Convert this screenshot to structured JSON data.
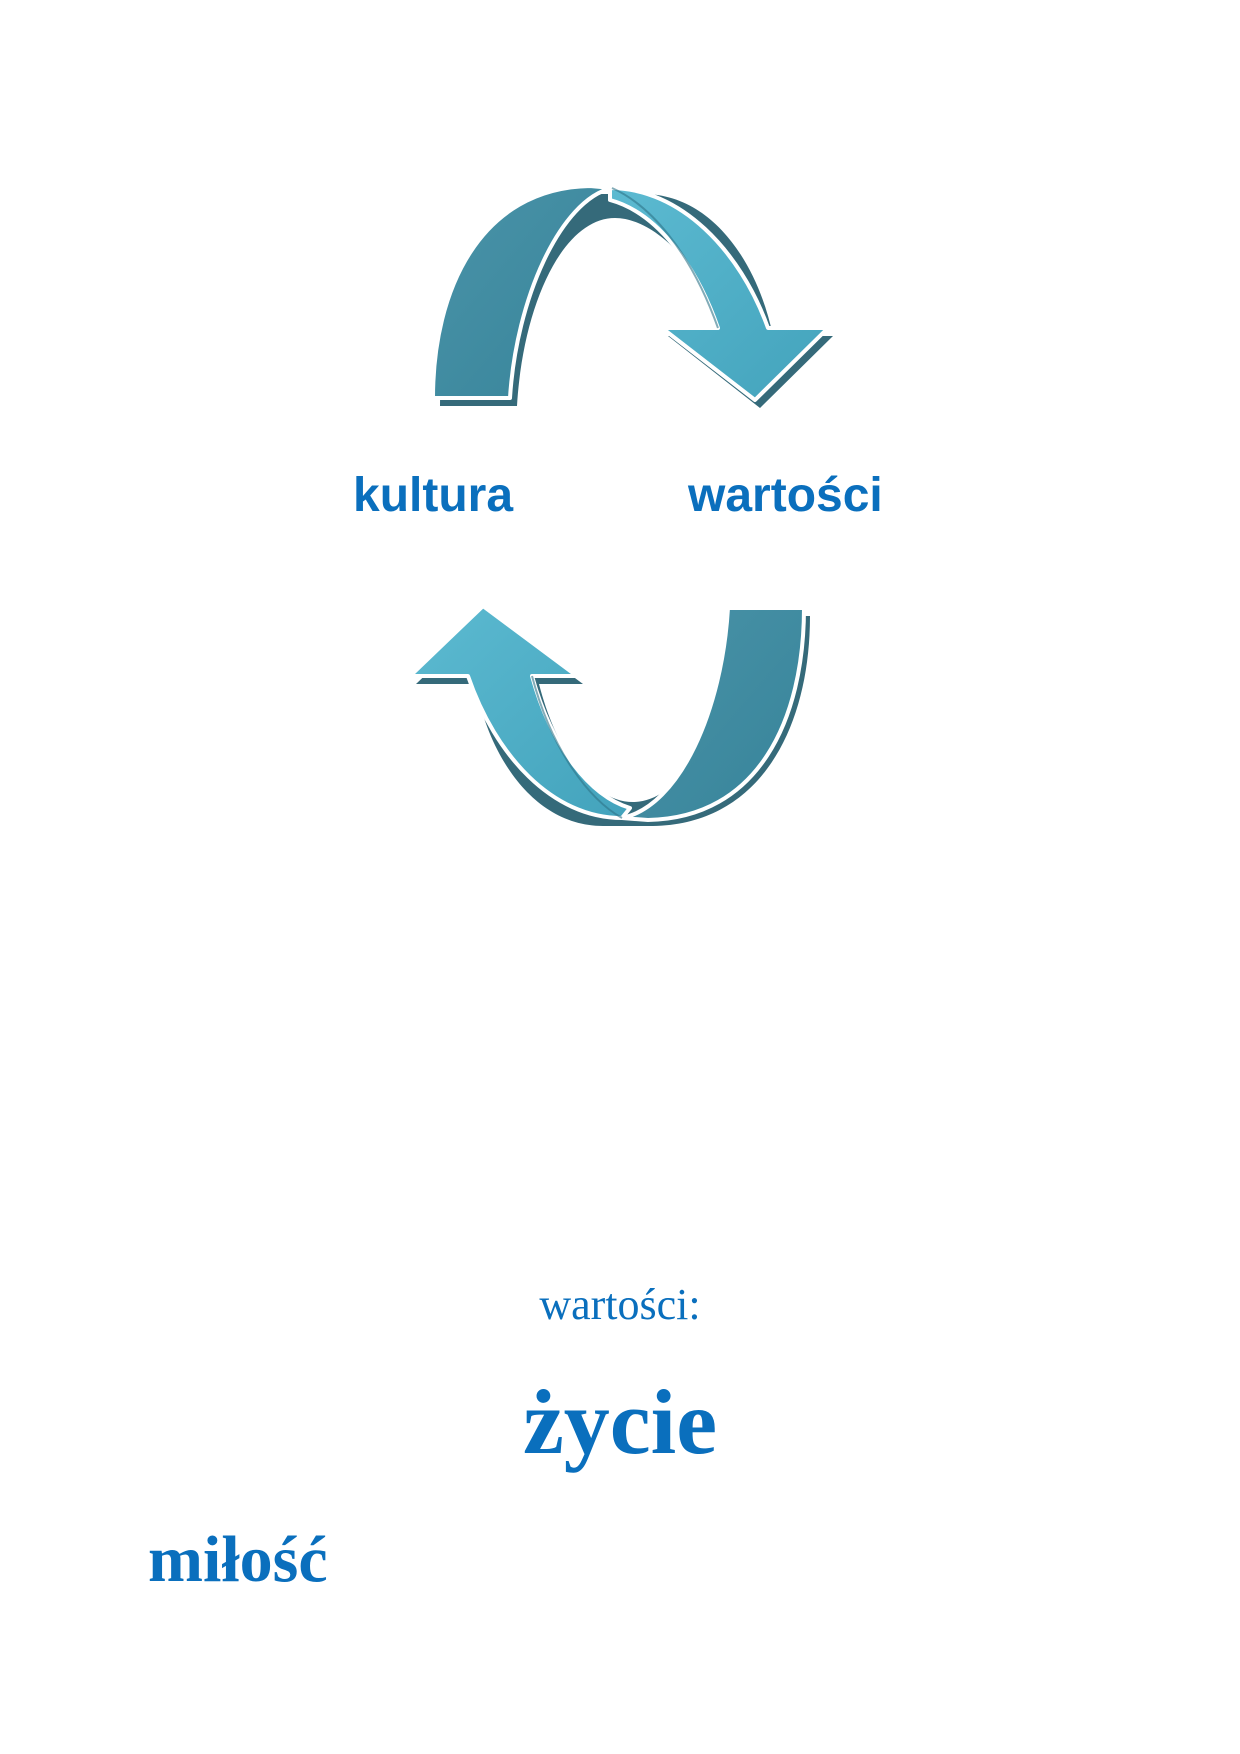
{
  "diagram": {
    "left_label": "kultura",
    "right_label": "wartości",
    "text_color": "#0a6fbd",
    "arrow_dark_color": "#3d8aa0",
    "arrow_light_color": "#4fb0c8",
    "arrow_outline_color": "#1f5a6b",
    "top_arrow_icon": "curved-arrow-clockwise-down",
    "bottom_arrow_icon": "curved-arrow-clockwise-up"
  },
  "values": {
    "heading": "wartości:",
    "items": [
      "życie",
      "miłość"
    ]
  }
}
